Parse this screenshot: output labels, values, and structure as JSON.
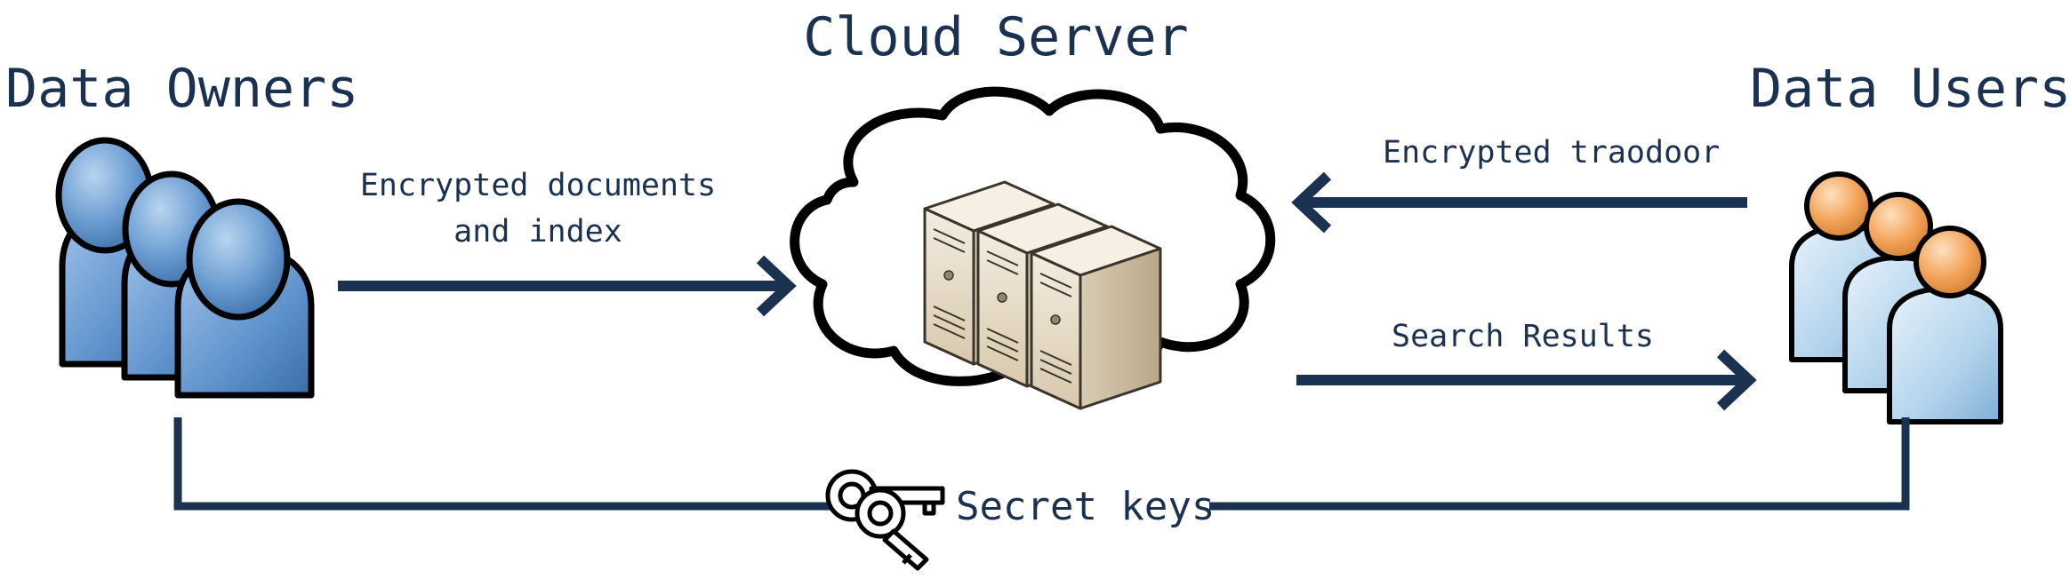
{
  "diagram": {
    "cloud_server_label": "Cloud Server",
    "data_owners_label": "Data Owners",
    "data_users_label": "Data Users",
    "encrypted_docs_line1": "Encrypted documents",
    "encrypted_docs_line2": "and index",
    "encrypted_trapdoor_label": "Encrypted traodoor",
    "search_results_label": "Search Results",
    "secret_keys_label": "Secret keys"
  },
  "colors": {
    "arrow": "#1b3150",
    "owners_blue": "#5b8ec9",
    "users_orange": "#f2a055",
    "users_body": "#b6d4ea",
    "server_beige": "#e8dcc4"
  }
}
